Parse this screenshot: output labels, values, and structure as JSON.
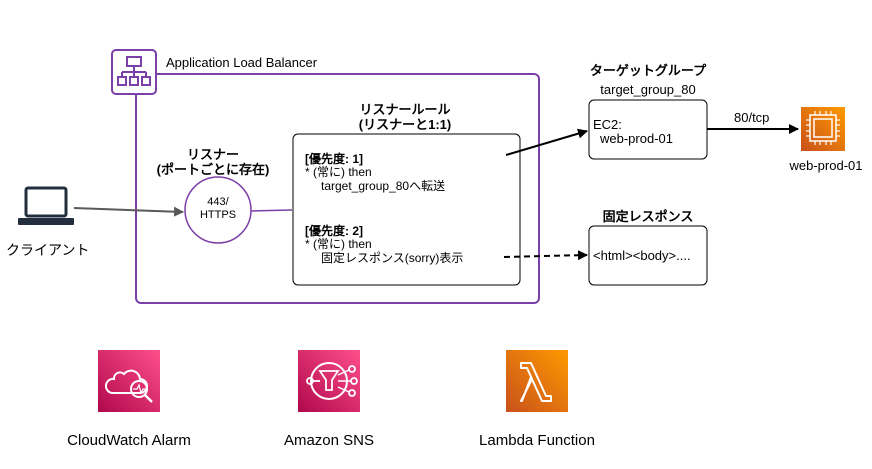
{
  "client": {
    "label": "クライアント"
  },
  "alb": {
    "label": "Application Load Balancer"
  },
  "listener": {
    "title_line1": "リスナー",
    "title_line2": "(ポートごとに存在)",
    "circle_line1": "443/",
    "circle_line2": "HTTPS"
  },
  "listener_rules": {
    "title_line1": "リスナールール",
    "title_line2": "(リスナーと1:1)",
    "rule1": {
      "priority": "[優先度: 1]",
      "condition": "* (常に) then",
      "action": "target_group_80へ転送"
    },
    "rule2": {
      "priority": "[優先度: 2]",
      "condition": "* (常に) then",
      "action": "固定レスポンス(sorry)表示"
    }
  },
  "target_group": {
    "title": "ターゲットグループ",
    "name": "target_group_80",
    "line1": "EC2:",
    "line2": "web-prod-01",
    "port_label": "80/tcp"
  },
  "ec2": {
    "label": "web-prod-01"
  },
  "fixed_response": {
    "title": "固定レスポンス",
    "content": "<html><body>...."
  },
  "services": [
    {
      "label": "CloudWatch Alarm",
      "icon": "cloudwatch-alarm-icon",
      "color": "#d6246e"
    },
    {
      "label": "Amazon SNS",
      "icon": "sns-icon",
      "color": "#d6246e"
    },
    {
      "label": "Lambda Function",
      "icon": "lambda-icon",
      "color": "#ed7100"
    }
  ],
  "colors": {
    "alb_border": "#7b3fa8",
    "ec2_orange": "#ed7100",
    "pink": "#d6246e"
  }
}
